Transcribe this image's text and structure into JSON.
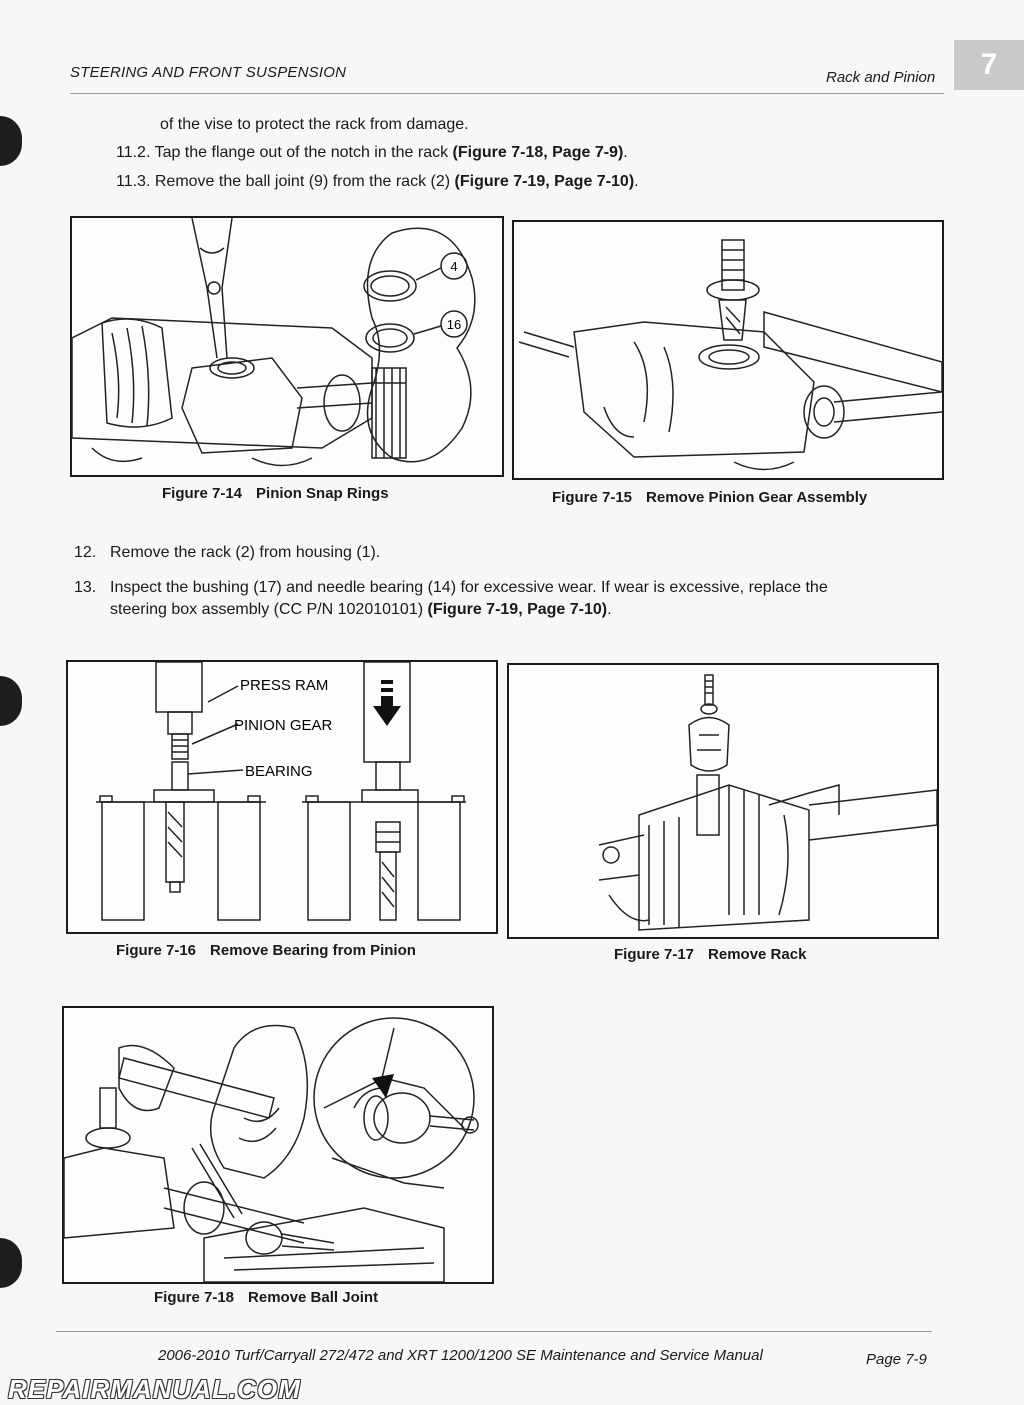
{
  "header": {
    "section": "STEERING AND FRONT SUSPENSION",
    "topic": "Rack and Pinion",
    "chapter": "7"
  },
  "steps_top": [
    {
      "num": "",
      "text": "of the vise to protect the rack from damage.",
      "ref": ""
    },
    {
      "num": "11.2.",
      "text": "Tap the flange out of the notch in the rack ",
      "ref": "(Figure 7-18, Page 7-9)"
    },
    {
      "num": "11.3.",
      "text": "Remove the ball joint (9) from the rack (2) ",
      "ref": "(Figure 7-19, Page 7-10)"
    }
  ],
  "steps_mid": [
    {
      "num": "12.",
      "text": "Remove the rack (2) from housing (1).",
      "ref": ""
    },
    {
      "num": "13.",
      "text_line1": "Inspect the bushing (17) and needle bearing (14) for excessive wear. If wear is excessive, replace the",
      "text_line2": "steering box assembly (CC P/N 102010101) ",
      "ref": "(Figure 7-19, Page 7-10)"
    }
  ],
  "figures": {
    "f14": {
      "number": "Figure 7-14",
      "title": "Pinion Snap Rings",
      "callouts": [
        "4",
        "16"
      ]
    },
    "f15": {
      "number": "Figure 7-15",
      "title": "Remove Pinion Gear Assembly"
    },
    "f16": {
      "number": "Figure 7-16",
      "title": "Remove Bearing from Pinion",
      "labels": [
        "PRESS RAM",
        "PINION GEAR",
        "BEARING"
      ]
    },
    "f17": {
      "number": "Figure 7-17",
      "title": "Remove Rack"
    },
    "f18": {
      "number": "Figure 7-18",
      "title": "Remove Ball Joint"
    }
  },
  "footer": {
    "manual": "2006-2010 Turf/Carryall 272/472 and XRT 1200/1200 SE Maintenance and Service Manual",
    "page": "Page 7-9"
  },
  "watermark": "REPAIRMANUAL.COM"
}
